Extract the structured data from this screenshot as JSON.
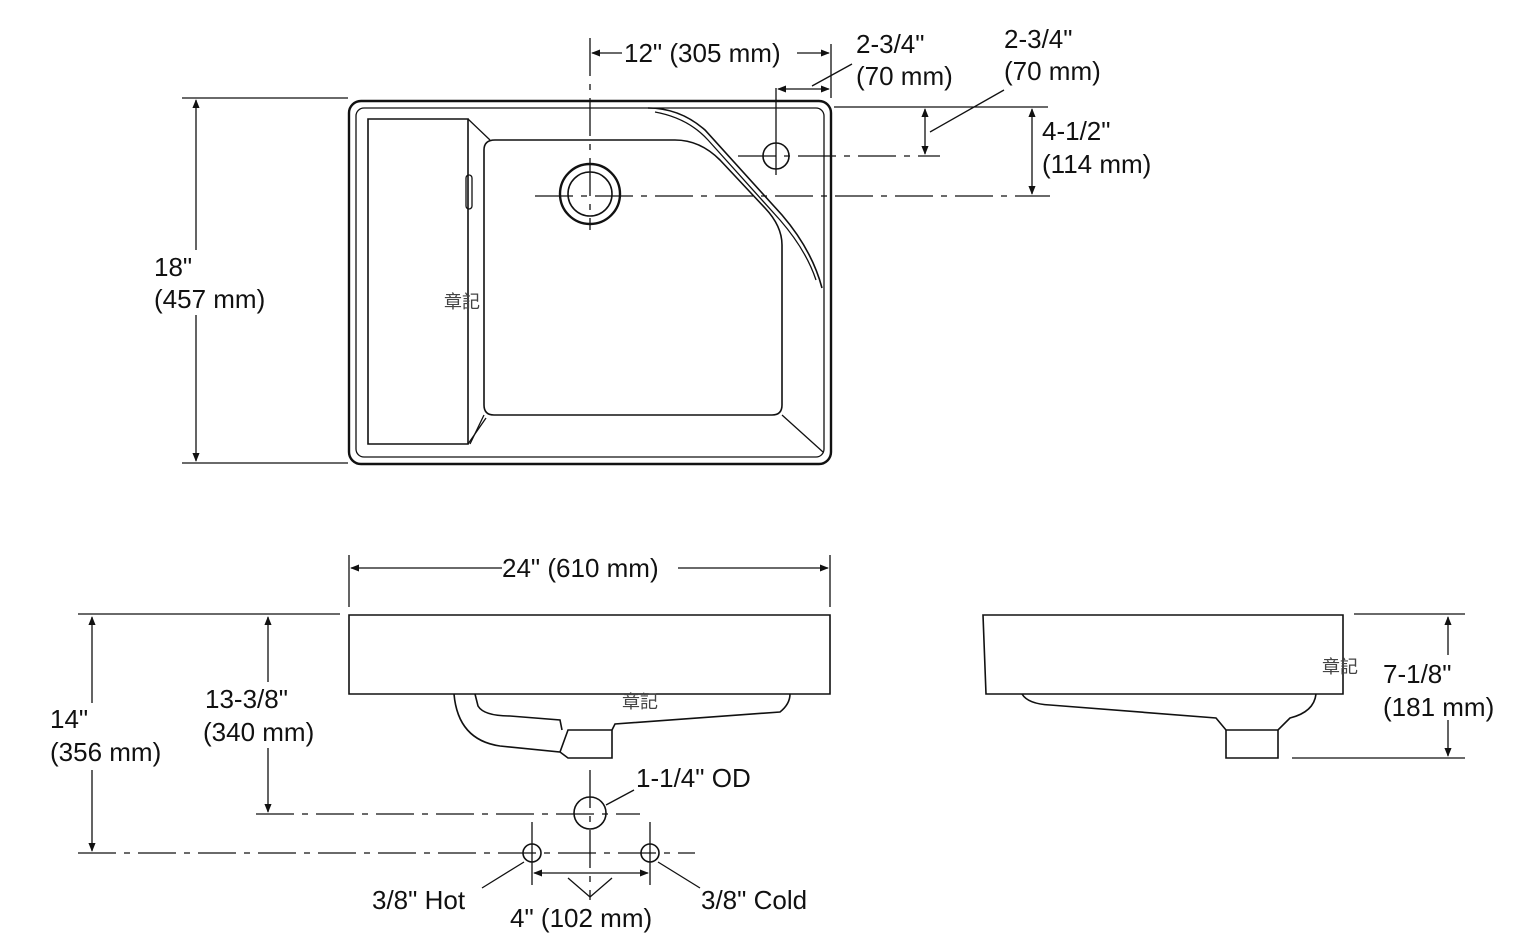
{
  "top_view": {
    "width_to_drain": "12\" (305 mm)",
    "faucet_offset_in": "2-3/4\"",
    "faucet_offset_mm": "(70 mm)",
    "faucet_depth_in": "2-3/4\"",
    "faucet_depth_mm": "(70 mm)",
    "drain_depth_in": "4-1/2\"",
    "drain_depth_mm": "(114 mm)",
    "depth_in": "18\"",
    "depth_mm": "(457 mm)"
  },
  "front_view": {
    "overall_width": "24\" (610 mm)",
    "height_in": "14\"",
    "height_mm": "(356 mm)",
    "drain_height_in": "13-3/8\"",
    "drain_height_mm": "(340 mm)",
    "drain_od": "1-1/4\" OD",
    "hot_label": "3/8\" Hot",
    "cold_label": "3/8\" Cold",
    "supply_spacing": "4\" (102 mm)"
  },
  "side_view": {
    "bowl_depth_in": "7-1/8\"",
    "bowl_depth_mm": "(181 mm)"
  },
  "watermark": "章記"
}
